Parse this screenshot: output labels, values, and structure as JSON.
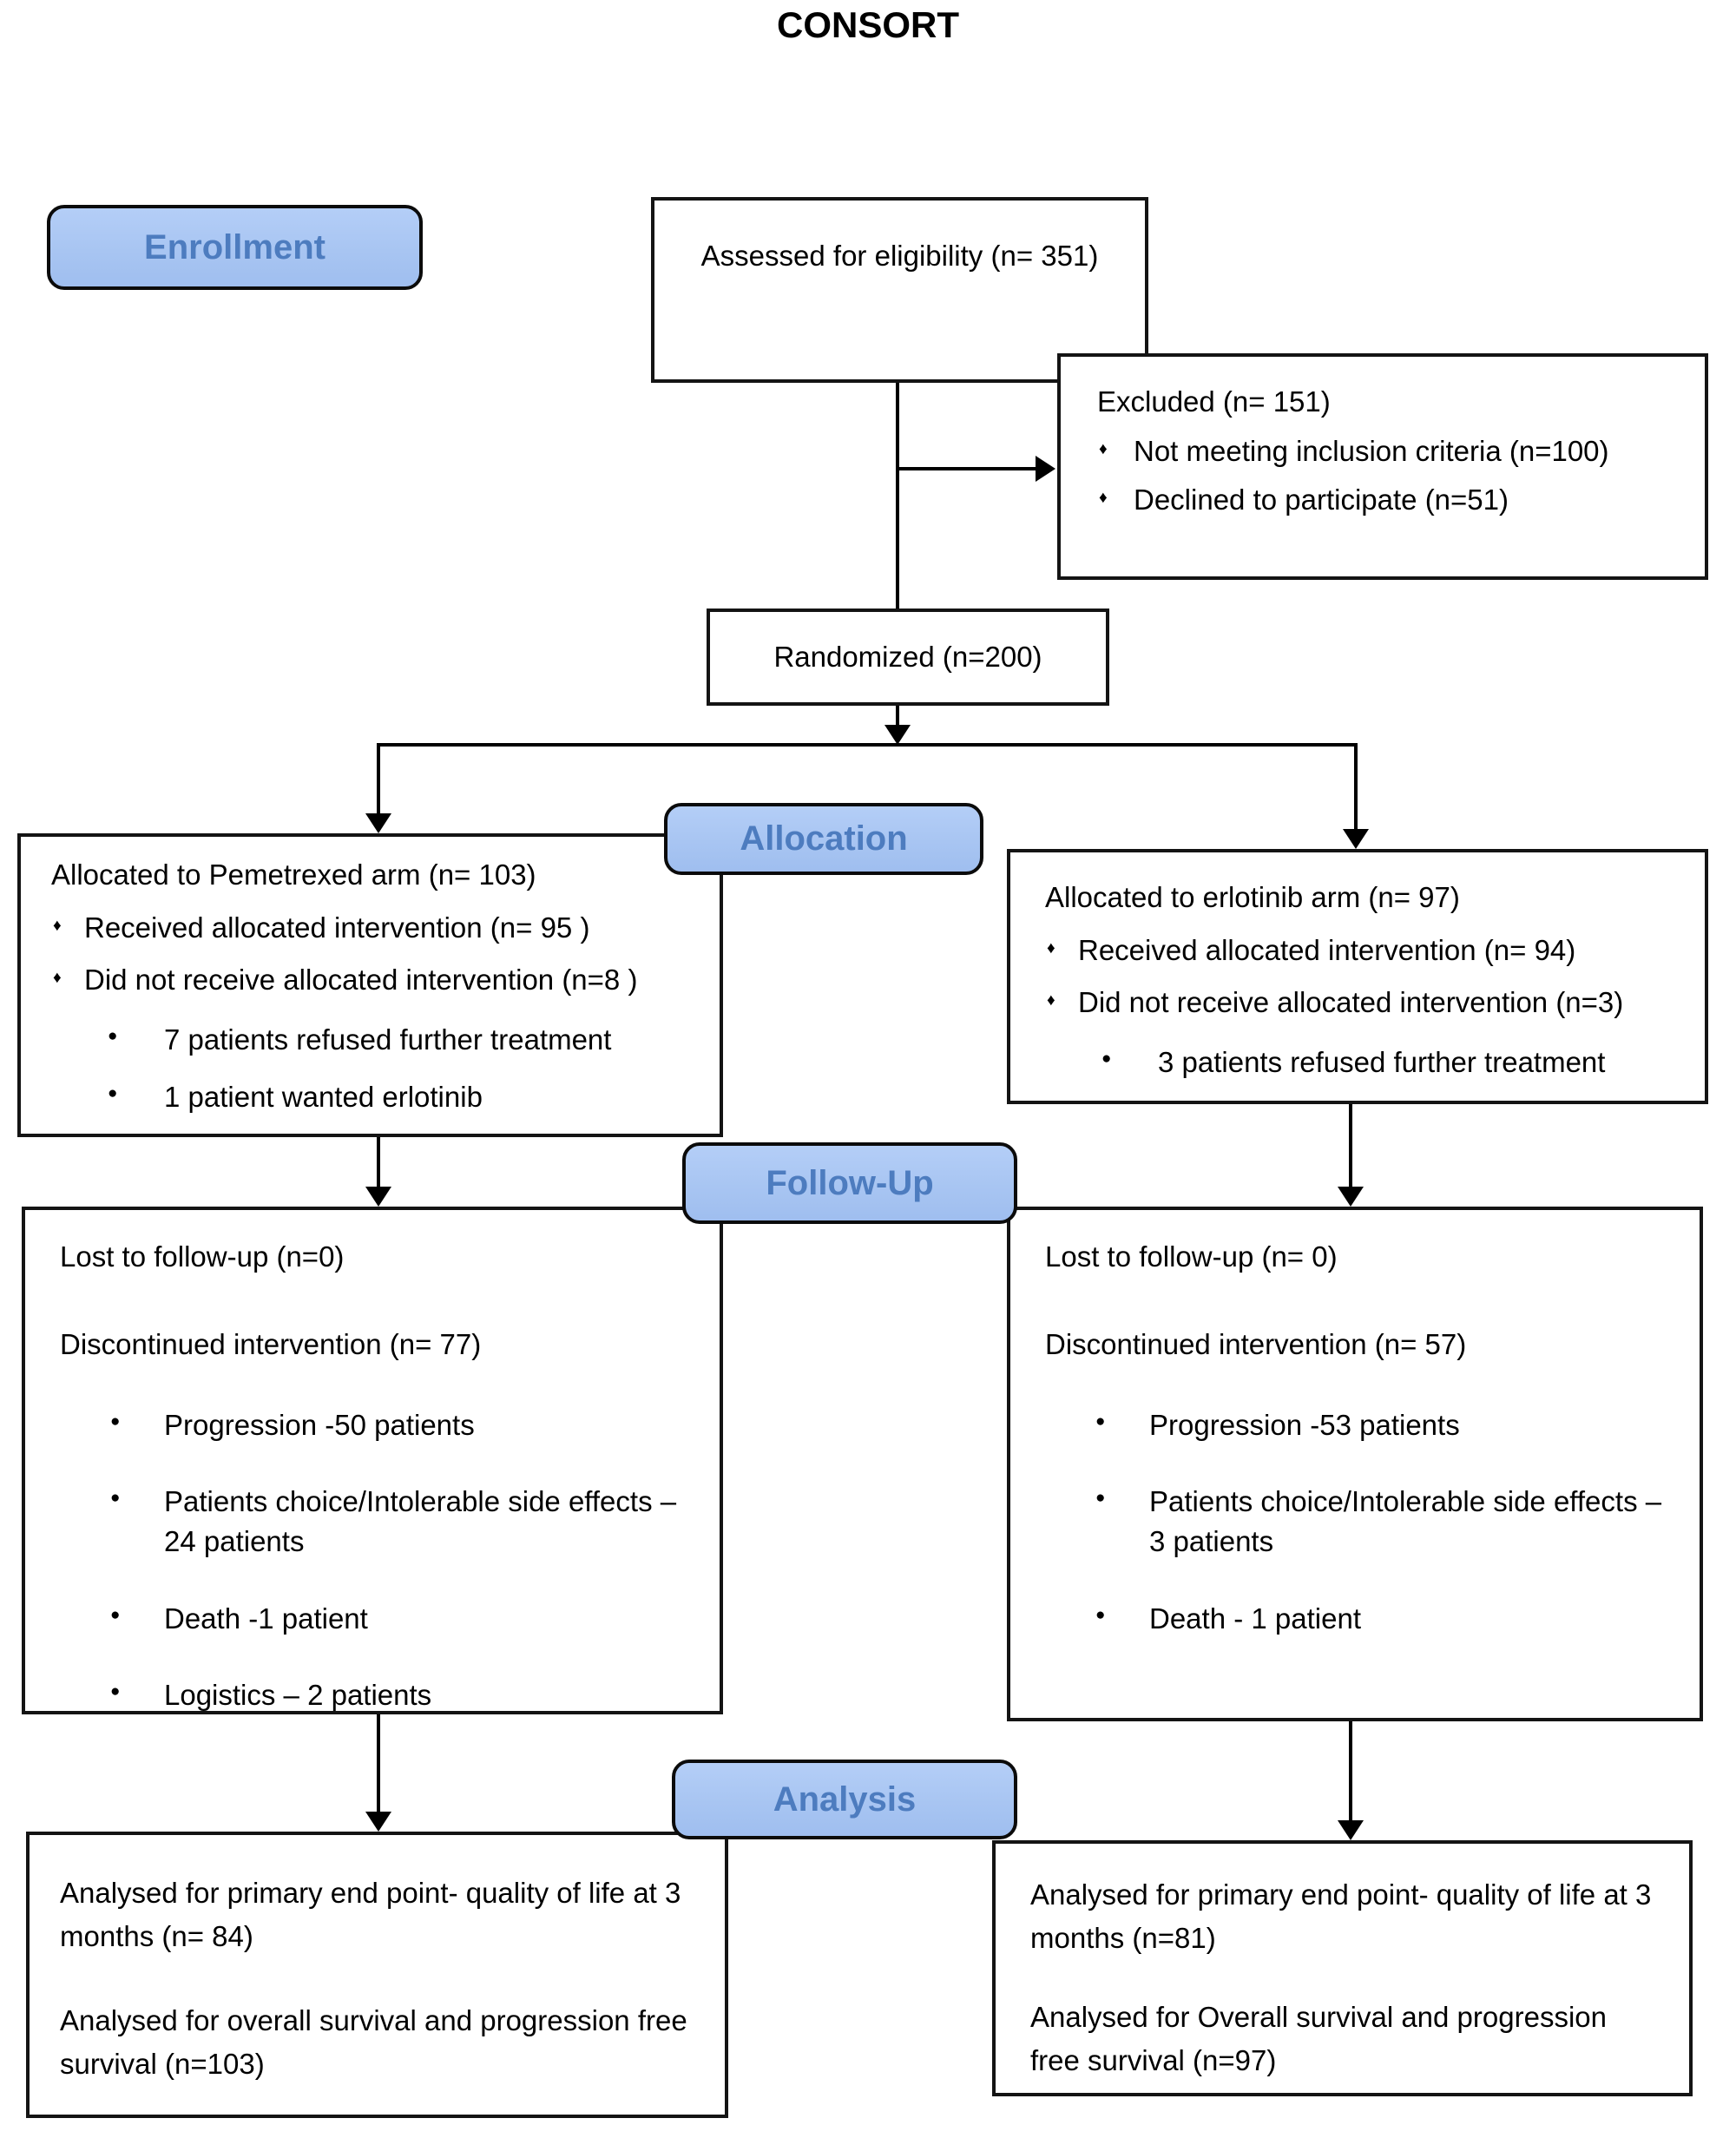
{
  "title": "CONSORT",
  "colors": {
    "label_fill": "#a8c5f2",
    "label_text": "#4d7cbf",
    "box_border": "#141414",
    "line_color": "#000000"
  },
  "stage_labels": {
    "enrollment": "Enrollment",
    "allocation": "Allocation",
    "followup": "Follow-Up",
    "analysis": "Analysis"
  },
  "boxes": {
    "assessed": {
      "text": "Assessed for eligibility (n= 351)"
    },
    "excluded": {
      "title": "Excluded (n= 151)",
      "items": [
        "Not meeting inclusion criteria (n=100)",
        "Declined to participate (n=51)"
      ]
    },
    "randomized": {
      "text": "Randomized (n=200)"
    },
    "alloc_left": {
      "title": "Allocated to Pemetrexed arm (n= 103)",
      "diamond_items": [
        "Received allocated intervention (n= 95 )",
        "Did not receive allocated intervention (n=8 )"
      ],
      "bullet_items": [
        "7 patients refused further treatment",
        "1 patient wanted erlotinib"
      ]
    },
    "alloc_right": {
      "title": "Allocated to erlotinib arm (n= 97)",
      "diamond_items": [
        "Received allocated intervention (n= 94)",
        "Did not receive allocated intervention (n=3)"
      ],
      "bullet_items": [
        "3 patients refused further treatment"
      ]
    },
    "followup_left": {
      "line1": "Lost to follow-up (n=0)",
      "line2": "Discontinued intervention (n= 77)",
      "bullets": [
        "Progression -50 patients",
        "Patients choice/Intolerable side effects – 24 patients",
        "Death -1 patient",
        "Logistics – 2 patients"
      ]
    },
    "followup_right": {
      "line1": "Lost to follow-up (n= 0)",
      "line2": "Discontinued intervention (n= 57)",
      "bullets": [
        "Progression -53 patients",
        "Patients choice/Intolerable side effects – 3 patients",
        "Death - 1 patient"
      ]
    },
    "analysis_left": {
      "para1": "Analysed for primary end point- quality of life at 3 months (n= 84)",
      "para2": "Analysed for overall survival and progression free survival (n=103)"
    },
    "analysis_right": {
      "para1": "Analysed for primary end point- quality of life at 3 months (n=81)",
      "para2": "Analysed for Overall survival and progression free survival (n=97)"
    }
  }
}
